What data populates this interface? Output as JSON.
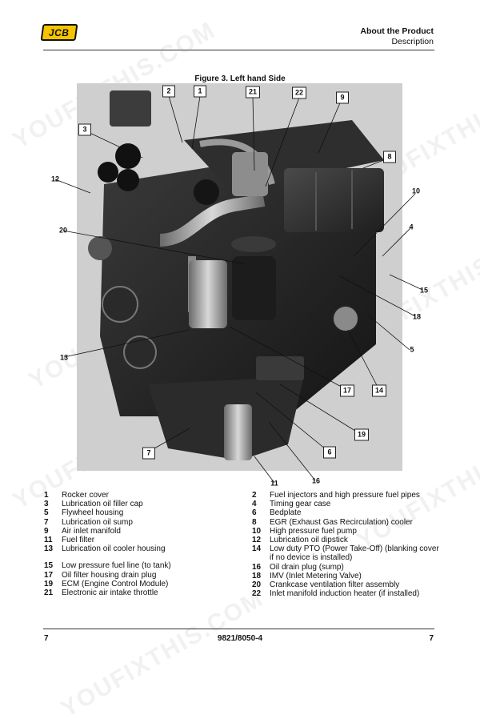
{
  "header": {
    "logo_text": "JCB",
    "title": "About the Product",
    "subtitle": "Description"
  },
  "figure": {
    "title": "Figure 3. Left hand Side",
    "callouts": [
      "1",
      "2",
      "3",
      "4",
      "5",
      "6",
      "7",
      "8",
      "9",
      "10",
      "11",
      "12",
      "13",
      "14",
      "15",
      "16",
      "17",
      "18",
      "19",
      "20",
      "21",
      "22"
    ]
  },
  "legend": [
    {
      "num": "1",
      "text": "Rocker cover"
    },
    {
      "num": "2",
      "text": "Fuel injectors and high pressure fuel pipes"
    },
    {
      "num": "3",
      "text": "Lubrication oil filler cap"
    },
    {
      "num": "4",
      "text": "Timing gear case"
    },
    {
      "num": "5",
      "text": "Flywheel housing"
    },
    {
      "num": "6",
      "text": "Bedplate"
    },
    {
      "num": "7",
      "text": "Lubrication oil sump"
    },
    {
      "num": "8",
      "text": "EGR (Exhaust Gas Recirculation) cooler"
    },
    {
      "num": "9",
      "text": "Air inlet manifold"
    },
    {
      "num": "10",
      "text": "High pressure fuel pump"
    },
    {
      "num": "11",
      "text": "Fuel filter"
    },
    {
      "num": "12",
      "text": "Lubrication oil dipstick"
    },
    {
      "num": "13",
      "text": "Lubrication oil cooler housing"
    },
    {
      "num": "14",
      "text": "Low duty PTO (Power Take-Off) (blanking cover if no device is installed)"
    },
    {
      "num": "15",
      "text": "Low pressure fuel line (to tank)"
    },
    {
      "num": "16",
      "text": "Oil drain plug (sump)"
    },
    {
      "num": "17",
      "text": "Oil filter housing drain plug"
    },
    {
      "num": "18",
      "text": "IMV (Inlet Metering Valve)"
    },
    {
      "num": "19",
      "text": "ECM (Engine Control Module)"
    },
    {
      "num": "20",
      "text": "Crankcase ventilation filter assembly"
    },
    {
      "num": "21",
      "text": "Electronic air intake throttle"
    },
    {
      "num": "22",
      "text": "Inlet manifold induction heater (if installed)"
    }
  ],
  "footer": {
    "page_left": "7",
    "doc_number": "9821/8050-4",
    "page_right": "7"
  },
  "watermark": "YOUFIXTHIS.COM"
}
